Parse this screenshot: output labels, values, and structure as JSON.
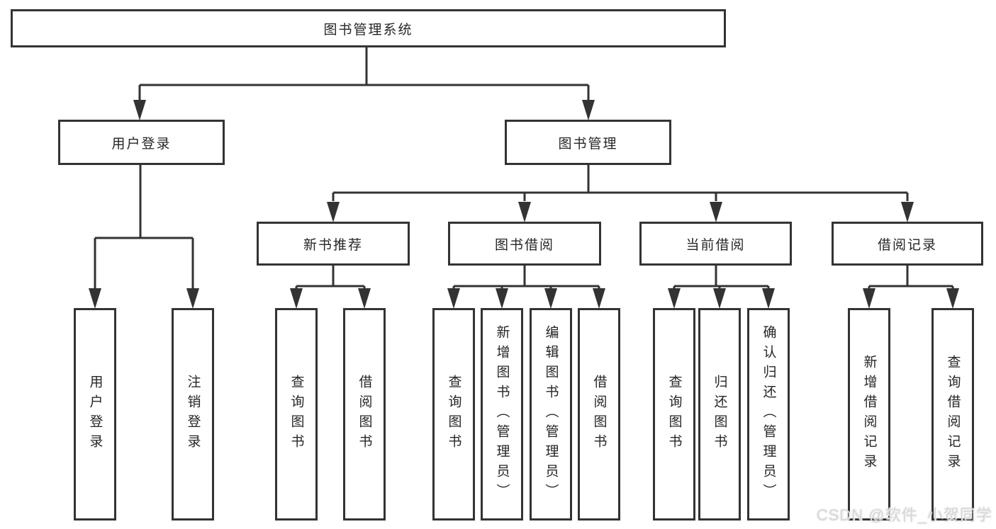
{
  "diagram": {
    "title": "图书管理系统",
    "tree": {
      "root": "图书管理系统",
      "children": [
        {
          "label": "用户登录",
          "children": [
            "用户登录",
            "注销登录"
          ]
        },
        {
          "label": "图书管理",
          "children": [
            {
              "label": "新书推荐",
              "children": [
                "查询图书",
                "借阅图书"
              ]
            },
            {
              "label": "图书借阅",
              "children": [
                "查询图书",
                "新增图书（管理员）",
                "编辑图书（管理员）",
                "借阅图书"
              ]
            },
            {
              "label": "当前借阅",
              "children": [
                "查询图书",
                "归还图书",
                "确认归还（管理员）"
              ]
            },
            {
              "label": "借阅记录",
              "children": [
                "新增借阅记录",
                "查询借阅记录"
              ]
            }
          ]
        }
      ]
    }
  },
  "watermark": {
    "text": "CSDN @软件_小贺同学"
  },
  "colors": {
    "line": "#333333",
    "text": "#262626",
    "box_fill": "#ffffff",
    "background": "#ffffff",
    "watermark": "#d8d8d8"
  }
}
